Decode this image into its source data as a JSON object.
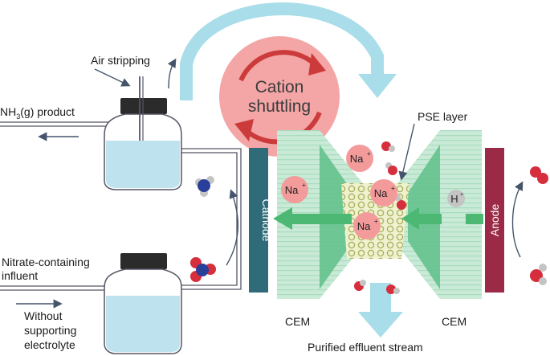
{
  "labels": {
    "air_stripping": "Air stripping",
    "nh3_product_main": "NH",
    "nh3_product_sub": "3",
    "nh3_product_rest": "(g) product",
    "nitrate_line1": "Nitrate-containing",
    "nitrate_line2": "influent",
    "without_line1": "Without",
    "without_line2": "supporting",
    "without_line3": "electrolyte",
    "cation_line1": "Cation",
    "cation_line2": "shuttling",
    "pse_layer": "PSE layer",
    "cathode": "Cathode",
    "anode": "Anode",
    "cem_left": "CEM",
    "cem_right": "CEM",
    "purified": "Purified effluent stream"
  },
  "ions": {
    "na_main": "Na",
    "na_sup": "+",
    "h_main": "H",
    "h_sup": "+"
  },
  "colors": {
    "water": "#bfe3ee",
    "cathode": "#2f6b78",
    "anode": "#9b2a47",
    "membrane": "#5fbf8a",
    "arrow_flow": "#a8dde9",
    "cation_circle": "#f4a6a6",
    "cation_arrows": "#cc3b3b",
    "na_ion": "#f39b9b",
    "oxygen": "#d62e3c",
    "nitrogen": "#2a3f9a",
    "hydrogen": "#c4c4c4"
  }
}
